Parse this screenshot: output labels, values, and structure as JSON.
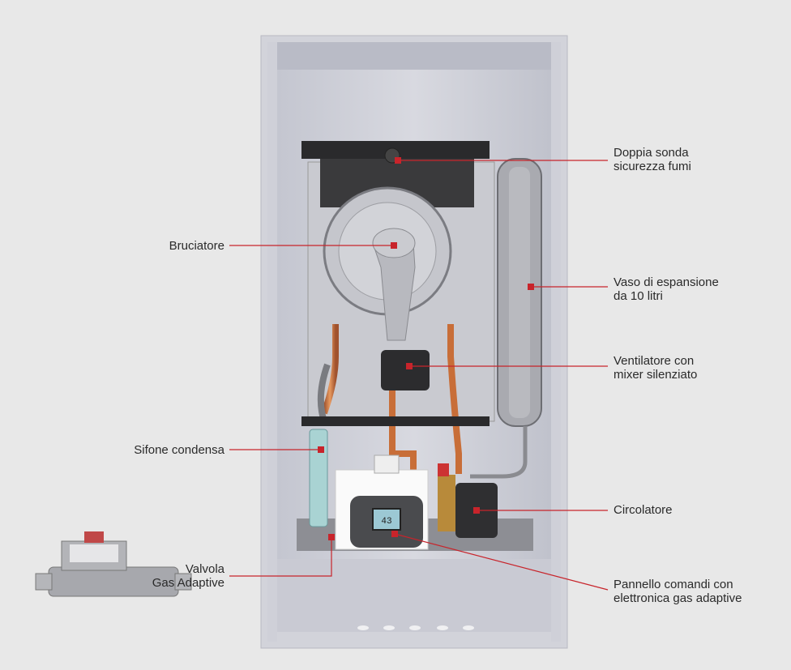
{
  "colors": {
    "accent": "#c8242b",
    "background": "#e8e8e8"
  },
  "display_value": "43",
  "labels": {
    "doppia_sonda": [
      "Doppia sonda",
      "sicurezza fumi"
    ],
    "bruciatore": [
      "Bruciatore"
    ],
    "vaso": [
      "Vaso di espansione",
      "da 10 litri"
    ],
    "ventilatore": [
      "Ventilatore con",
      "mixer silenziato"
    ],
    "sifone": [
      "Sifone condensa"
    ],
    "circolatore": [
      "Circolatore"
    ],
    "valvola": [
      "Valvola",
      "Gas Adaptive"
    ],
    "pannello": [
      "Pannello comandi con",
      "elettronica gas adaptive"
    ]
  }
}
